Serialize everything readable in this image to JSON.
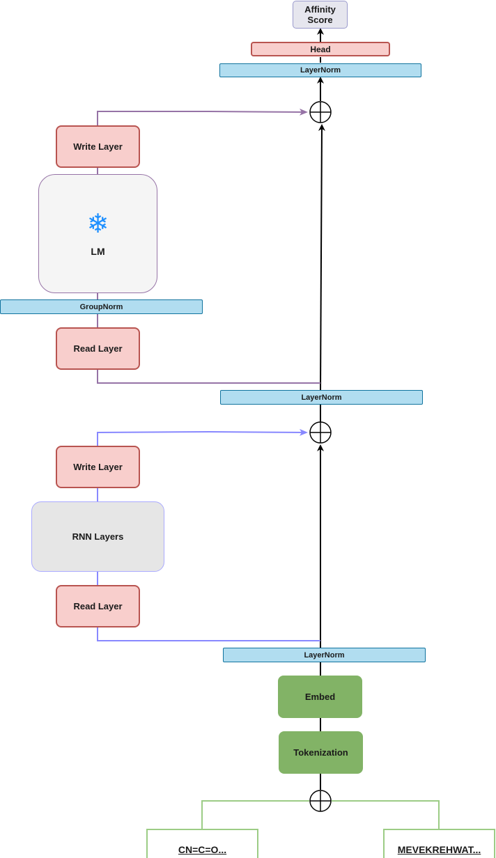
{
  "output": {
    "affinity_score": "Affinity\nScore",
    "head": "Head",
    "top_layernorm": "LayerNorm"
  },
  "lm_block": {
    "write_layer": "Write Layer",
    "lm_label": "LM",
    "snowflake_icon": "❄",
    "groupnorm": "GroupNorm",
    "read_layer": "Read Layer"
  },
  "mid_layernorm": "LayerNorm",
  "rnn_block": {
    "write_layer": "Write Layer",
    "rnn_layers": "RNN Layers",
    "read_layer": "Read Layer"
  },
  "bottom_layernorm": "LayerNorm",
  "embed": "Embed",
  "tokenization": "Tokenization",
  "inputs": {
    "smiles": "CN=C=O...",
    "protein": "MEVEKREHWAT..."
  },
  "colors": {
    "lm_connector": "#9673a6",
    "rnn_connector": "#8888ff",
    "input_connector": "#9ccc85",
    "main_path": "#000000"
  }
}
